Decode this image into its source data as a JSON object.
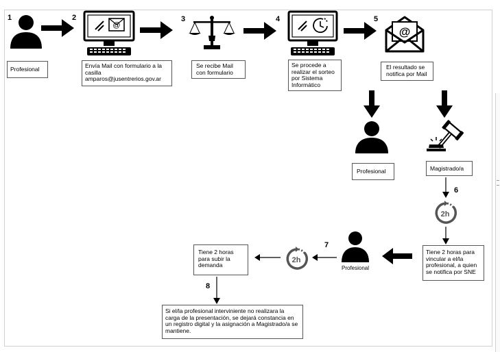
{
  "steps": {
    "s1": "1",
    "s2": "2",
    "s3": "3",
    "s4": "4",
    "s5": "5",
    "s6": "6",
    "s7": "7",
    "s8": "8"
  },
  "boxes": {
    "profesional_top": "Profesional",
    "envia_mail": "Envía Mail con formulario a la casilla amparos@jusentrerios.gov.ar",
    "recibe_mail": "Se recibe Mail\ncon formulario",
    "sorteo": "Se procede a\nrealizar el sorteo\npor Sistema\nInformático",
    "resultado": "El resultado se\nnotifica por Mail",
    "profesional_mid": "Profesional",
    "magistrado": "Magistrado/a",
    "vincular": "Tiene 2 horas para\nvincular a el/la\nprofesional, a quien\nse notifica por SNE",
    "profesional_label": "Profesional",
    "subir_demanda": "Tiene 2 horas\npara subir la\ndemanda",
    "final_note": "Si el/la  profesional interviniente no realizara la carga de la presentación, se dejará constancia en  un registro digital y la asignación a Magistrado/a  se mantiene."
  },
  "icons": {
    "person": "person-icon",
    "computer_mail": "computer-mail-icon",
    "scales": "scales-icon",
    "computer_clock": "computer-clock-icon",
    "envelope": "envelope-at-icon",
    "gavel": "gavel-icon",
    "timer": "two-hour-timer-icon",
    "timer_text": "2h"
  }
}
